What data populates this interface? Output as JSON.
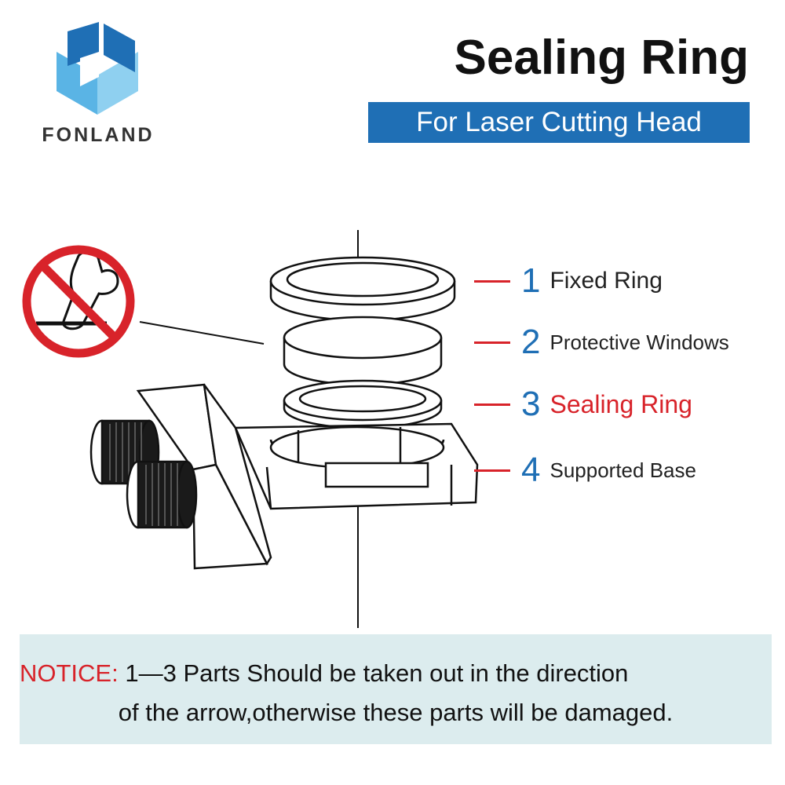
{
  "brand": {
    "name": "FONLAND",
    "colors": {
      "dark": "#1f6fb5",
      "light": "#5ab4e5"
    }
  },
  "header": {
    "title": "Sealing Ring",
    "subtitle": "For Laser Cutting Head",
    "banner_color": "#1f6fb5"
  },
  "prohibition_icon": {
    "name": "no-hand-touch-icon",
    "color": "#d8232a"
  },
  "parts": [
    {
      "number": "1",
      "label": "Fixed Ring"
    },
    {
      "number": "2",
      "label": "Protective Windows"
    },
    {
      "number": "3",
      "label": "Sealing Ring",
      "highlight": true
    },
    {
      "number": "4",
      "label": "Supported Base"
    }
  ],
  "notice": {
    "prefix": "NOTICE:",
    "line1": " 1—3 Parts Should be taken out in the direction",
    "line2": "of the arrow,otherwise these parts will be damaged."
  },
  "colors": {
    "accent_red": "#d8232a",
    "accent_blue": "#1f6fb5",
    "notice_bg": "#dcecee"
  }
}
